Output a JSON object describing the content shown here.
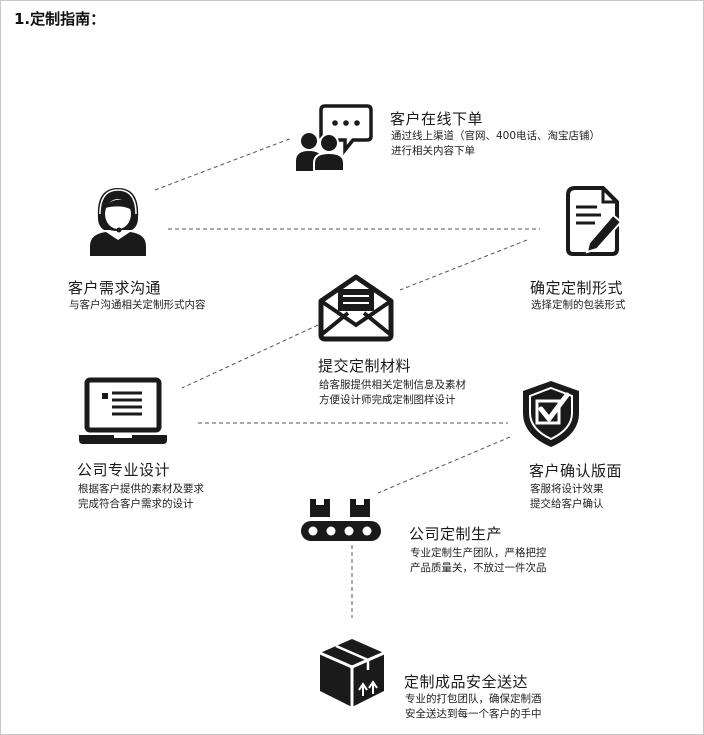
{
  "page_title": "1.定制指南：",
  "steps": [
    {
      "title": "客户在线下单",
      "desc": [
        "通过线上渠道（官网、400电话、淘宝店铺）",
        "进行相关内容下单"
      ],
      "icon": "online-order-chat-icon"
    },
    {
      "title": "客户需求沟通",
      "desc": [
        "与客户沟通相关定制形式内容"
      ],
      "icon": "customer-service-headset-icon"
    },
    {
      "title": "确定定制形式",
      "desc": [
        "选择定制的包装形式"
      ],
      "icon": "document-pen-icon"
    },
    {
      "title": "提交定制材料",
      "desc": [
        "给客服提供相关定制信息及素材",
        "方便设计师完成定制图样设计"
      ],
      "icon": "envelope-icon"
    },
    {
      "title": "公司专业设计",
      "desc": [
        "根据客户提供的素材及要求",
        "完成符合客户需求的设计"
      ],
      "icon": "laptop-icon"
    },
    {
      "title": "客户确认版面",
      "desc": [
        "客服将设计效果",
        "提交给客户确认"
      ],
      "icon": "shield-check-icon"
    },
    {
      "title": "公司定制生产",
      "desc": [
        "专业定制生产团队，严格把控",
        "产品质量关，不放过一件次品"
      ],
      "icon": "conveyor-belt-icon"
    },
    {
      "title": "定制成品安全送达",
      "desc": [
        "专业的打包团队，确保定制酒",
        "安全送达到每一个客户的手中"
      ],
      "icon": "shipping-box-icon"
    }
  ],
  "colors": {
    "icon": "#1a1a1a",
    "line": "#555555",
    "frame": "#c8c8c8"
  }
}
